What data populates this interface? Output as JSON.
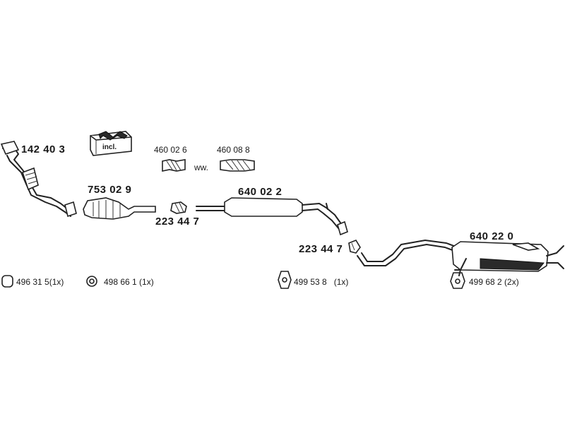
{
  "parts": {
    "p142403": "142 40 3",
    "p753029": "753 02 9",
    "p460026": "460 02 6",
    "p460088": "460 08 8",
    "ww": "ww.",
    "incl": "incl.",
    "p223447a": "223 44 7",
    "p640022": "640 02 2",
    "p223447b": "223 44 7",
    "p640220": "640 22 0"
  },
  "legend": {
    "l496315": "496 31 5(1x)",
    "l498661": "498 66 1 (1x)",
    "l499538": "499 53 8   (1x)",
    "l499682": "499 68 2 (2x)"
  }
}
